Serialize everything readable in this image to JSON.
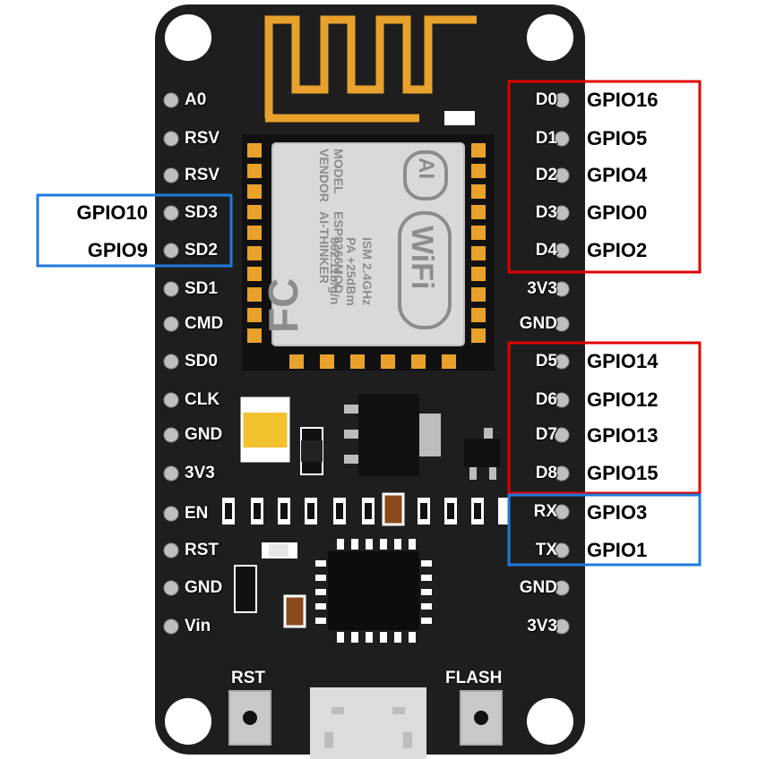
{
  "colors": {
    "board": "#1e1e1e",
    "gold": "#e8a22c",
    "red_box": "#e00000",
    "blue_box": "#1f7adf",
    "pin_dot": "#bfbfbf"
  },
  "left_pins": [
    "A0",
    "RSV",
    "RSV",
    "SD3",
    "SD2",
    "SD1",
    "CMD",
    "SD0",
    "CLK",
    "GND",
    "3V3",
    "EN",
    "RST",
    "GND",
    "Vin"
  ],
  "right_pins": [
    "D0",
    "D1",
    "D2",
    "D3",
    "D4",
    "3V3",
    "GND",
    "D5",
    "D6",
    "D7",
    "D8",
    "RX",
    "TX",
    "GND",
    "3V3"
  ],
  "right_gpio": {
    "D0": "GPIO16",
    "D1": "GPIO5",
    "D2": "GPIO4",
    "D3": "GPIO0",
    "D4": "GPIO2",
    "D5": "GPIO14",
    "D6": "GPIO12",
    "D7": "GPIO13",
    "D8": "GPIO15",
    "RX": "GPIO3",
    "TX": "GPIO1"
  },
  "left_gpio": {
    "SD3": "GPIO10",
    "SD2": "GPIO9"
  },
  "buttons": {
    "reset": "RST",
    "flash": "FLASH"
  },
  "module": {
    "line1": "MODEL",
    "line2": "VENDOR",
    "line3": "ESP8266MOD",
    "line4": "AI-THINKER",
    "line5": "ISM 2.4GHz",
    "line6": "PA +25dBm",
    "line7": "802.11b/g/n",
    "fcc": "FC",
    "wifi": "WiFi",
    "cert": "AI"
  }
}
